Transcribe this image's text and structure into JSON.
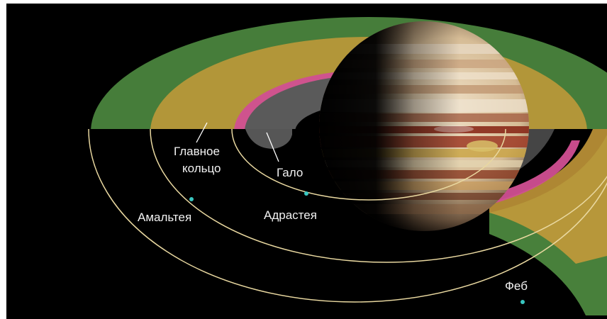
{
  "labels": {
    "main_ring_line1": "Главное",
    "main_ring_line2": "кольцо",
    "halo": "Гало",
    "amalthea": "Амальтея",
    "adrastea": "Адрастея",
    "thebe": "Феб"
  },
  "colors": {
    "background": "#000000",
    "gossamer_outer": "#5aa04a",
    "gossamer_inner": "#c69a3a",
    "main_ring": "#d14f92",
    "halo": "#5a5a5a",
    "orbit_line": "#e9d8a0",
    "moon": "#39c6c0",
    "pointer_line": "#ffffff"
  },
  "icons": {
    "planet": "jupiter-planet-icon",
    "moon": "moon-dot-icon"
  }
}
